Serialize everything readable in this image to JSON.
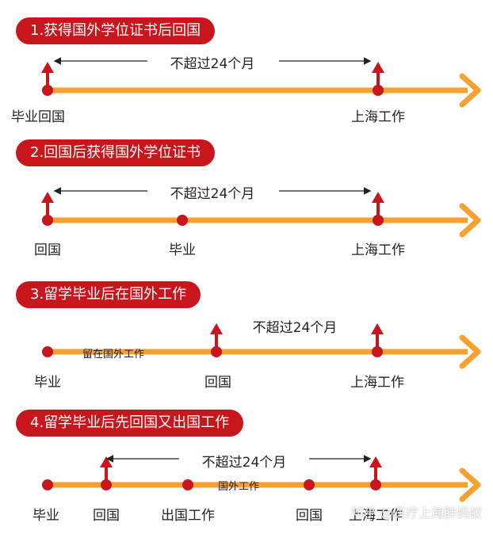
{
  "sections": [
    {
      "title": "1.获得国外学位证书后回国",
      "span": "不超过24个月",
      "labels": [
        "毕业回国",
        "上海工作"
      ]
    },
    {
      "title": "2.回国后获得国外学位证书",
      "span": "不超过24个月",
      "labels": [
        "回国",
        "毕业",
        "上海工作"
      ]
    },
    {
      "title": "3.留学毕业后在国外工作",
      "span": "不超过24个月",
      "note": "留在国外工作",
      "labels": [
        "毕业",
        "回国",
        "上海工作"
      ]
    },
    {
      "title": "4.留学毕业后先回国又出国工作",
      "span": "不超过24个月",
      "note": "国外工作",
      "labels": [
        "毕业",
        "回国",
        "出国工作",
        "回国",
        "上海工作"
      ]
    }
  ],
  "watermark": "知乎 @医疗上海胖蚂蚁",
  "colors": {
    "accent": "#c8161d",
    "line": "#f5a030"
  }
}
